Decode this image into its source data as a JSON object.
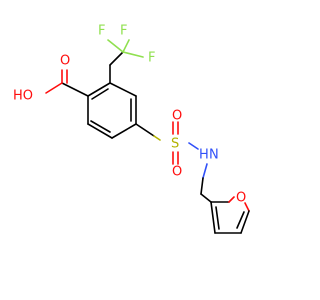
{
  "molecule": {
    "atoms": {
      "F1": "F",
      "F2": "F",
      "F3": "F",
      "O_acid_carbonyl": "O",
      "O_acid_hydroxyl": "HO",
      "S": "S",
      "O_sulfonyl_top": "O",
      "O_sulfonyl_bottom": "O",
      "N": "H",
      "N_label": "N",
      "O_furan": "O"
    },
    "colors": {
      "carbon_bonds": "#000000",
      "oxygen": "#ff0d0d",
      "nitrogen": "#3050f8",
      "sulfur": "#b2b200",
      "fluorine": "#90e050"
    }
  }
}
